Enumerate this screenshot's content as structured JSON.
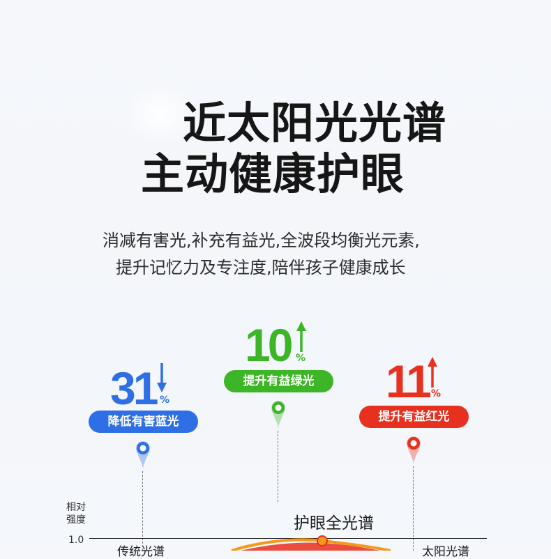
{
  "headline": {
    "line1": "近太阳光光谱",
    "line2": "主动健康护眼"
  },
  "subtext": {
    "line1": "消减有害光,补充有益光,全波段均衡光元素,",
    "line2": "提升记忆力及专注度,陪伴孩子健康成长"
  },
  "stats": [
    {
      "value": "31",
      "unit": "%",
      "direction": "down",
      "label": "降低有害蓝光",
      "color": "#2f6fe6"
    },
    {
      "value": "10",
      "unit": "%",
      "direction": "up",
      "label": "提升有益绿光",
      "color": "#3cb526"
    },
    {
      "value": "11",
      "unit": "%",
      "direction": "up",
      "label": "提升有益红光",
      "color": "#e8301f"
    }
  ],
  "chart": {
    "ylabel_line1": "相对",
    "ylabel_line2": "强度",
    "ytick": "1.0",
    "title": "护眼全光谱",
    "legend_left": "传统光谱",
    "legend_right": "太阳光谱"
  }
}
